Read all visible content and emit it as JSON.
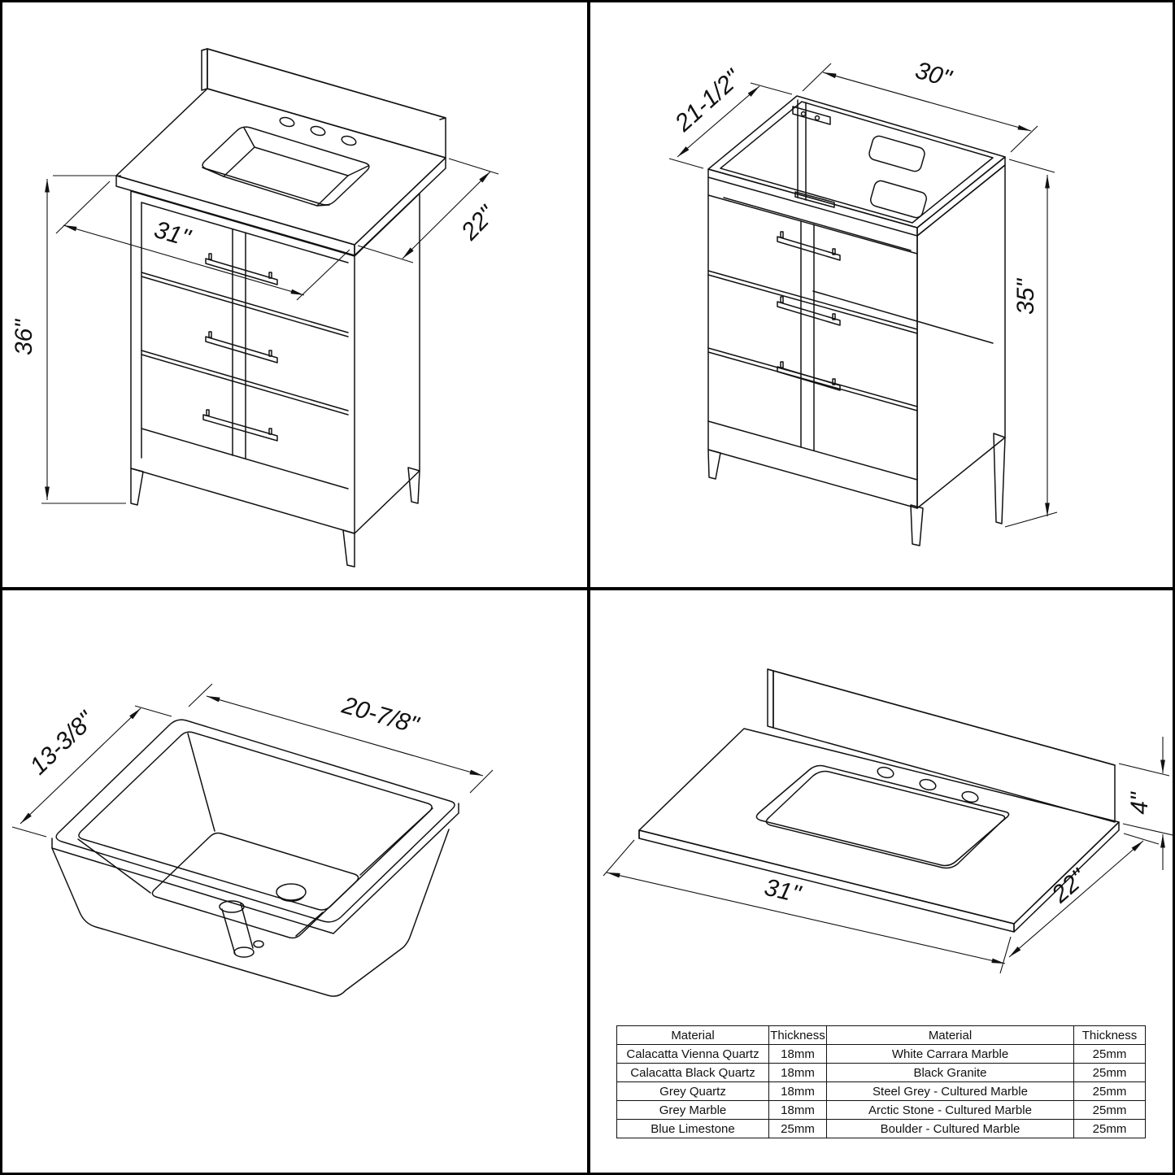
{
  "drawing": {
    "background": "#ffffff",
    "line_color": "#111111",
    "views": {
      "vanity_front": {
        "description": "vanity with countertop and sink, isometric front view",
        "height_label": "36\"",
        "width_label": "31\"",
        "depth_label": "22\""
      },
      "cabinet_open_top": {
        "description": "cabinet without countertop, open-top isometric view",
        "depth_label": "21-1/2\"",
        "width_label": "30\"",
        "height_label": "35\""
      },
      "sink_bowl": {
        "description": "undermount rectangular sink bowl with drain",
        "depth_label": "13-3/8\"",
        "width_label": "20-7/8\""
      },
      "countertop": {
        "description": "countertop with backsplash, sink cutout and three faucet holes",
        "backsplash_height_label": "4\"",
        "width_label": "31\"",
        "depth_label": "22\""
      }
    },
    "materials_table": {
      "headers": [
        "Material",
        "Thickness",
        "Material",
        "Thickness"
      ],
      "rows": [
        [
          "Calacatta Vienna Quartz",
          "18mm",
          "White Carrara Marble",
          "25mm"
        ],
        [
          "Calacatta Black Quartz",
          "18mm",
          "Black Granite",
          "25mm"
        ],
        [
          "Grey Quartz",
          "18mm",
          "Steel Grey - Cultured Marble",
          "25mm"
        ],
        [
          "Grey Marble",
          "18mm",
          "Arctic Stone - Cultured Marble",
          "25mm"
        ],
        [
          "Blue Limestone",
          "25mm",
          "Boulder - Cultured Marble",
          "25mm"
        ]
      ]
    }
  }
}
